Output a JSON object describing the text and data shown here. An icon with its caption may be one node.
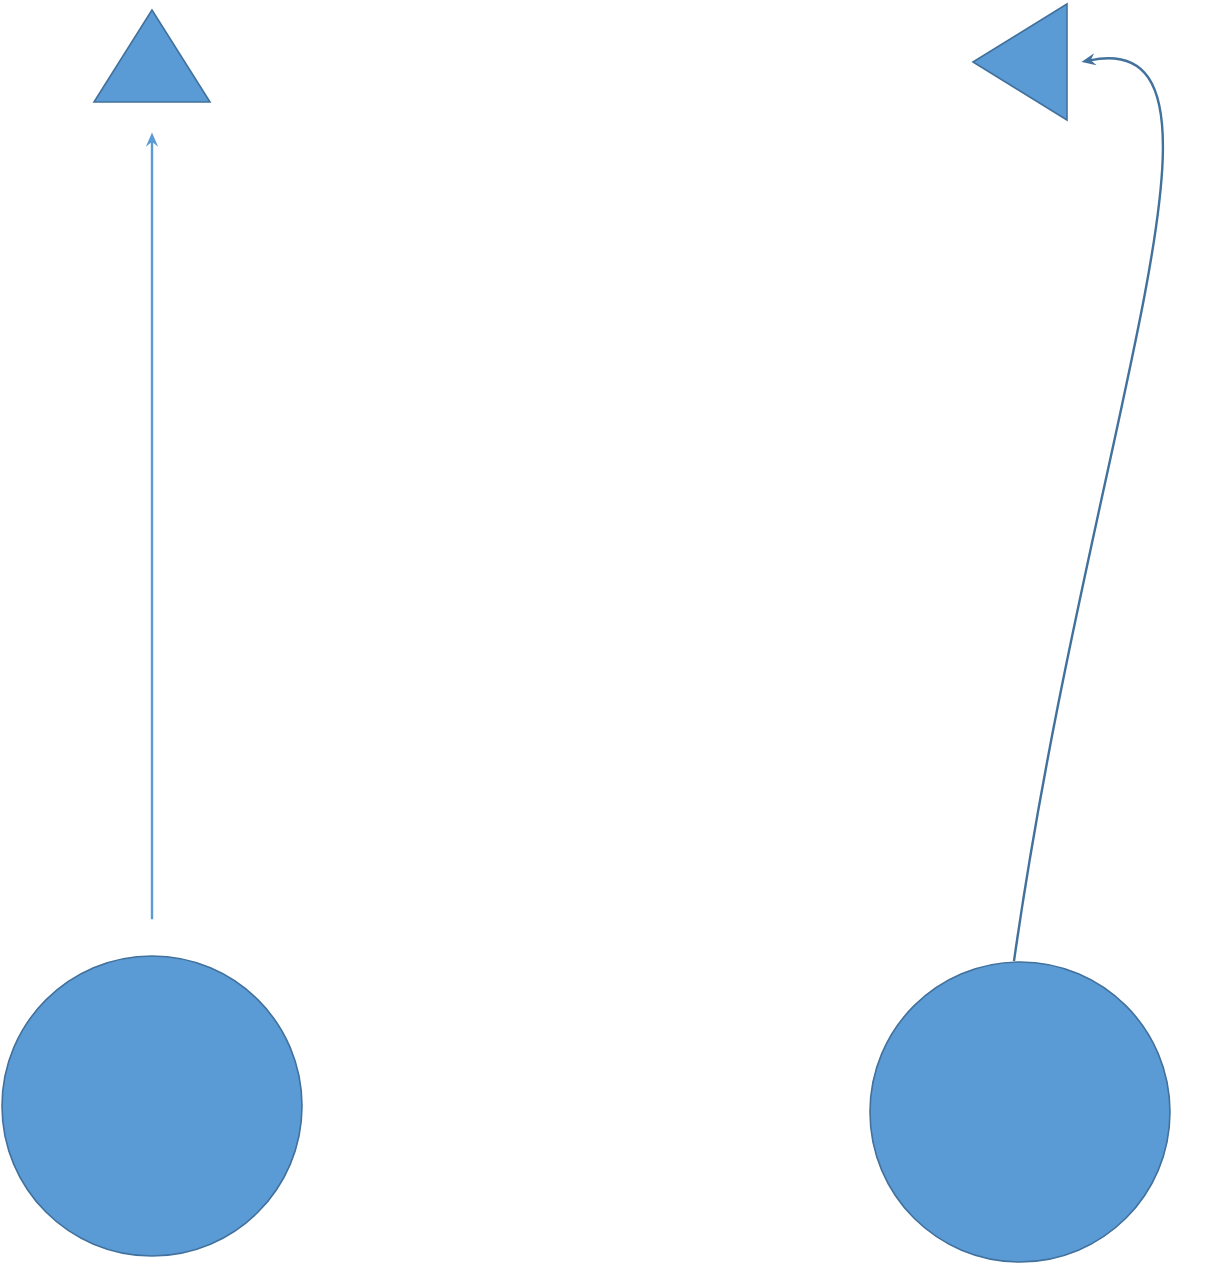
{
  "diagram": {
    "nodes": [
      {
        "text": [],
        "shape": "triangle"
      },
      {
        "text": [],
        "shape": "triangle"
      },
      {
        "text": [],
        "shape": "circle"
      },
      {
        "text": [],
        "shape": "circle"
      }
    ],
    "edges": [
      {
        "from": 2,
        "to": 0,
        "arrow": "to",
        "color": "#5b9bd5"
      },
      {
        "from": 3,
        "to": 1,
        "arrow": "to",
        "color": "#41719c"
      }
    ]
  }
}
